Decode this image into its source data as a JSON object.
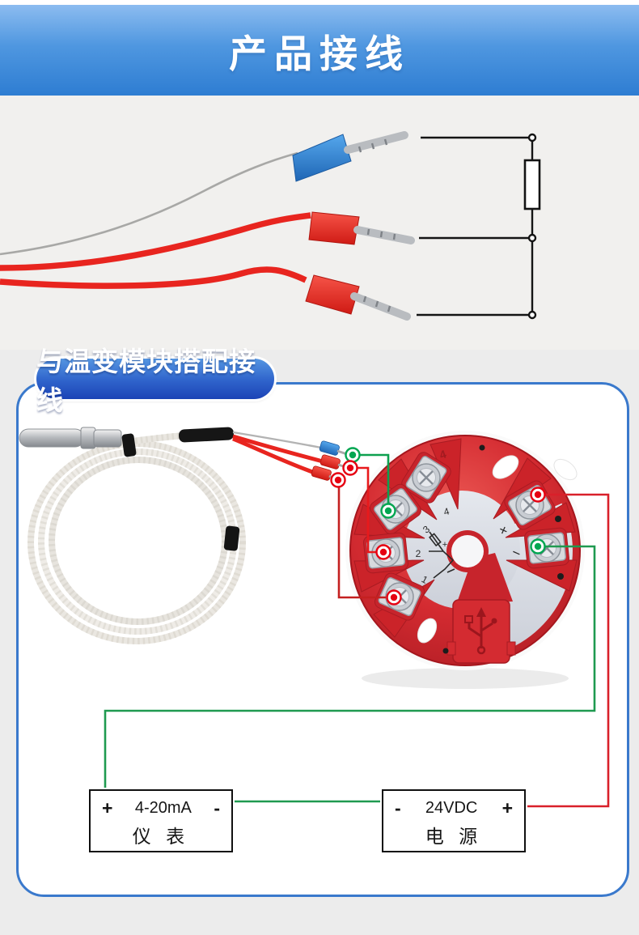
{
  "header": {
    "title": "产品接线"
  },
  "section": {
    "badge_label": "与温变模块搭配接线"
  },
  "instrument_box": {
    "plus": "+",
    "range": "4-20mA",
    "minus": "-",
    "name": "仪 表"
  },
  "power_box": {
    "minus": "-",
    "voltage": "24VDC",
    "plus": "+",
    "name": "电 源"
  },
  "module_markings": {
    "n1": "1",
    "n2": "2",
    "n3": "3",
    "n4": "4",
    "plus_small": "+",
    "plus_right": "+",
    "minus_right": "−",
    "molded_four": "4"
  },
  "icons": {
    "usb_icon": "usb-trident"
  },
  "colors": {
    "header_gradient_top": "#8cbcf0",
    "header_gradient_bottom": "#2e7dd2",
    "badge_gradient_top": "#5596e2",
    "badge_gradient_bottom": "#1b43b6",
    "container_border": "#3a79cc",
    "schematic_line": "#141414",
    "annotation_green": "#0da04f",
    "annotation_red": "#e8191c",
    "annotation_dark_red": "#c42020",
    "module_red": "#d42b31",
    "wire_red": "#e8251f",
    "ferrule_blue": "#2e7fd6"
  }
}
